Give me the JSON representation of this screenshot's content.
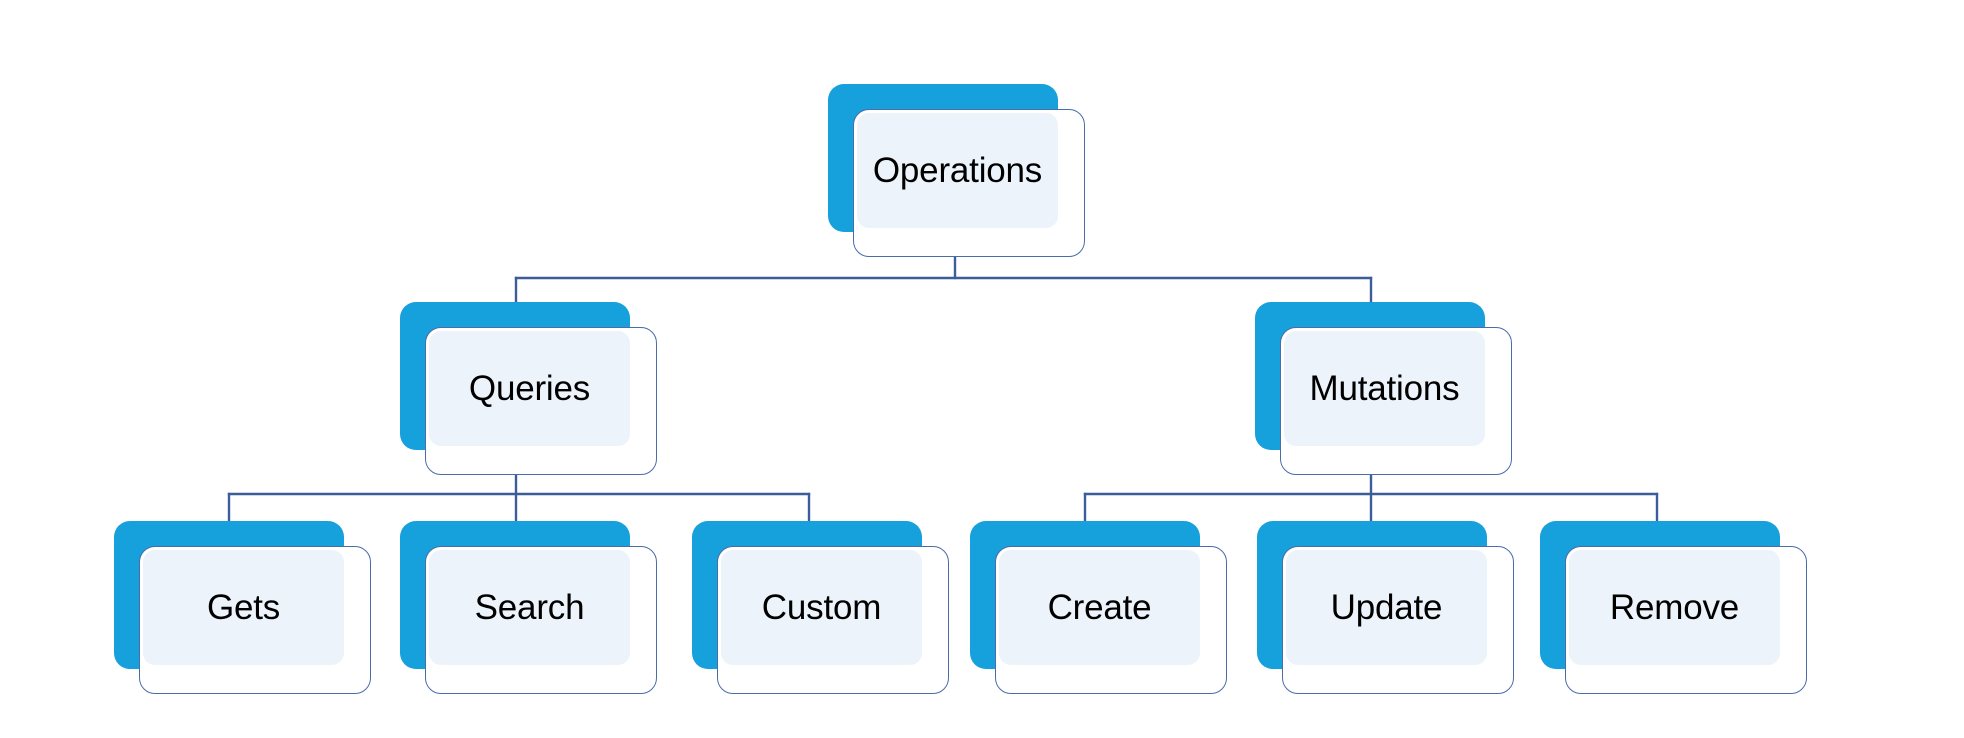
{
  "diagram": {
    "type": "tree",
    "title": "Operations",
    "orientation": "top-down",
    "levels": 3,
    "colors": {
      "backplate_blue": "#16A0DC",
      "card_border": "#4A6CA8",
      "card_fill": "#FFFFFF",
      "panel_fill": "#EDF3FA",
      "connector": "#3B5E9B",
      "label_text": "#000000",
      "background": "#FFFFFF"
    },
    "nodes": {
      "root": {
        "label": "Operations"
      },
      "queries": {
        "label": "Queries"
      },
      "mutations": {
        "label": "Mutations"
      },
      "gets": {
        "label": "Gets"
      },
      "search": {
        "label": "Search"
      },
      "custom": {
        "label": "Custom"
      },
      "create": {
        "label": "Create"
      },
      "update": {
        "label": "Update"
      },
      "remove": {
        "label": "Remove"
      }
    },
    "hierarchy": [
      {
        "label": "Operations",
        "children": [
          {
            "label": "Queries",
            "children": [
              {
                "label": "Gets"
              },
              {
                "label": "Search"
              },
              {
                "label": "Custom"
              }
            ]
          },
          {
            "label": "Mutations",
            "children": [
              {
                "label": "Create"
              },
              {
                "label": "Update"
              },
              {
                "label": "Remove"
              }
            ]
          }
        ]
      }
    ]
  }
}
